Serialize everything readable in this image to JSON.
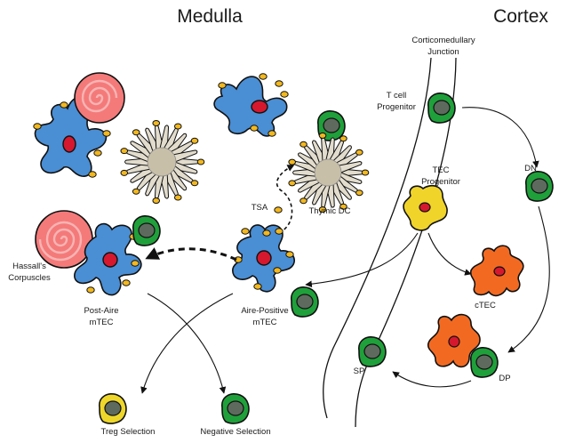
{
  "regions": {
    "medulla": "Medulla",
    "cortex": "Cortex"
  },
  "labels": {
    "junction_line1": "Corticomedullary",
    "junction_line2": "Junction",
    "tcell_line1": "T cell",
    "tcell_line2": "Progenitor",
    "tec_line1": "TEC",
    "tec_line2": "Progenitor",
    "dn": "DN",
    "ctec": "cTEC",
    "dp": "DP",
    "sp": "SP",
    "tsa": "TSA",
    "thymic_dc": "Thymic DC",
    "hassall_line1": "Hassall's",
    "hassall_line2": "Corpuscles",
    "postaire_line1": "Post-Aire",
    "postaire_line2": "mTEC",
    "airepos_line1": "Aire-Positive",
    "airepos_line2": "mTEC",
    "treg": "Treg Selection",
    "negsel": "Negative Selection"
  },
  "colors": {
    "mtec": "#4a8ed4",
    "nucleus": "#d5182e",
    "tsa_dot": "#f2b81f",
    "tcell": "#1fa03a",
    "tcell_core": "#5f6a5f",
    "treg": "#eed72a",
    "ctec": "#f26a22",
    "tec_progenitor": "#f0d42a",
    "hassall": "#f47a7a",
    "dc_body": "#c8bfa8"
  }
}
